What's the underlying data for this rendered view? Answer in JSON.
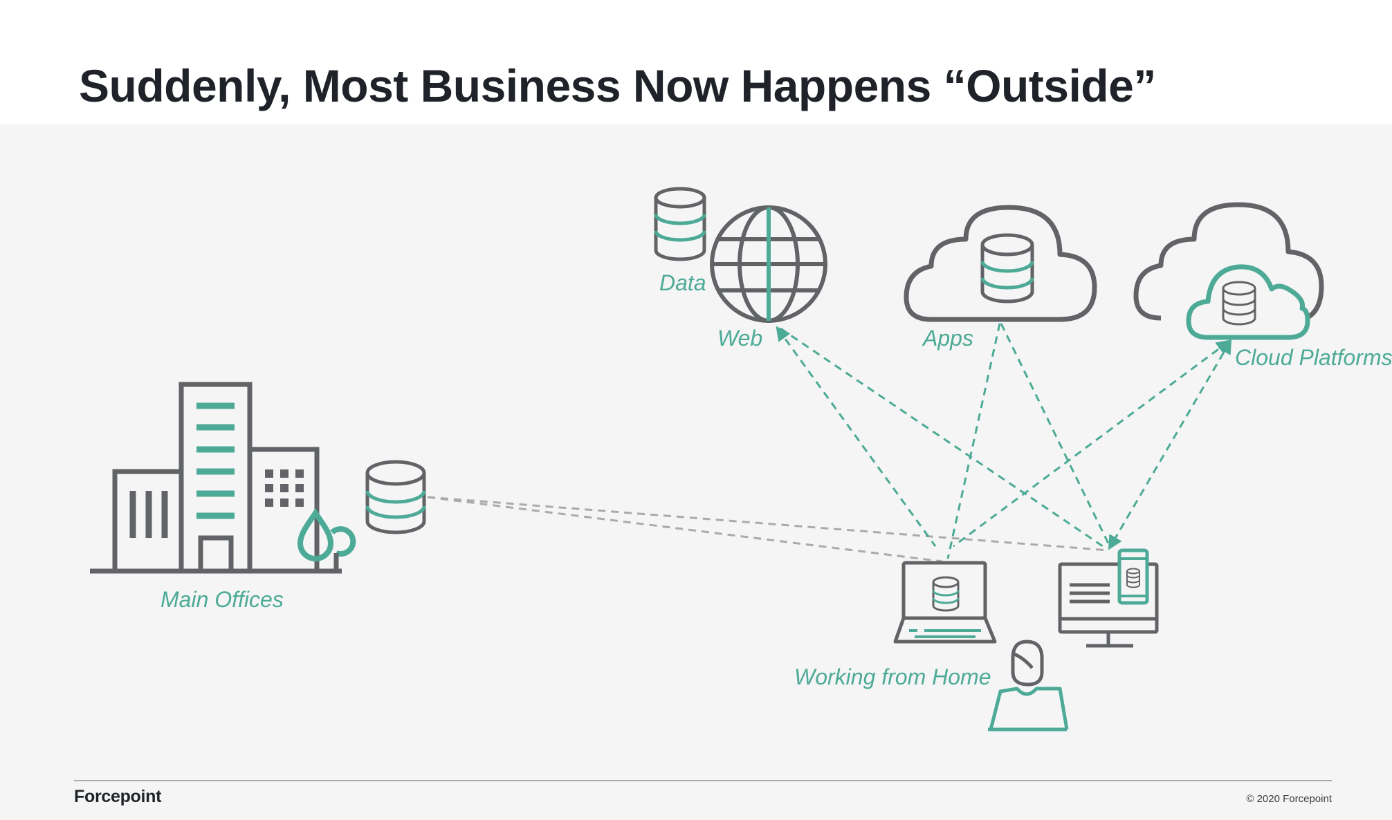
{
  "slide": {
    "title": "Suddenly, Most Business Now Happens “Outside”"
  },
  "diagram": {
    "labels": {
      "main_offices": "Main Offices",
      "data": "Data",
      "web": "Web",
      "apps": "Apps",
      "cloud_platforms": "Cloud Platforms",
      "working_from_home": "Working from Home"
    },
    "icons": [
      "office-building-icon",
      "tree-icon",
      "database-icon",
      "globe-icon",
      "cloud-icon",
      "laptop-icon",
      "desktop-monitor-icon",
      "mobile-phone-icon",
      "person-icon"
    ],
    "connections": [
      {
        "from": "office-database",
        "to": "laptop",
        "style": "dashed-gray"
      },
      {
        "from": "office-database",
        "to": "desktop",
        "style": "dashed-gray"
      },
      {
        "from": "web",
        "to": "laptop",
        "style": "dashed-teal"
      },
      {
        "from": "web",
        "to": "desktop",
        "style": "dashed-teal"
      },
      {
        "from": "apps",
        "to": "laptop",
        "style": "dashed-teal"
      },
      {
        "from": "apps",
        "to": "desktop",
        "style": "dashed-teal"
      },
      {
        "from": "cloud-platforms",
        "to": "laptop",
        "style": "dashed-teal"
      },
      {
        "from": "cloud-platforms",
        "to": "desktop",
        "style": "dashed-teal"
      }
    ],
    "colors": {
      "teal": "#4daa97",
      "gray": "#626366",
      "connector_gray": "#a9abab"
    }
  },
  "footer": {
    "brand": "Forcepoint",
    "copyright": "© 2020 Forcepoint"
  }
}
